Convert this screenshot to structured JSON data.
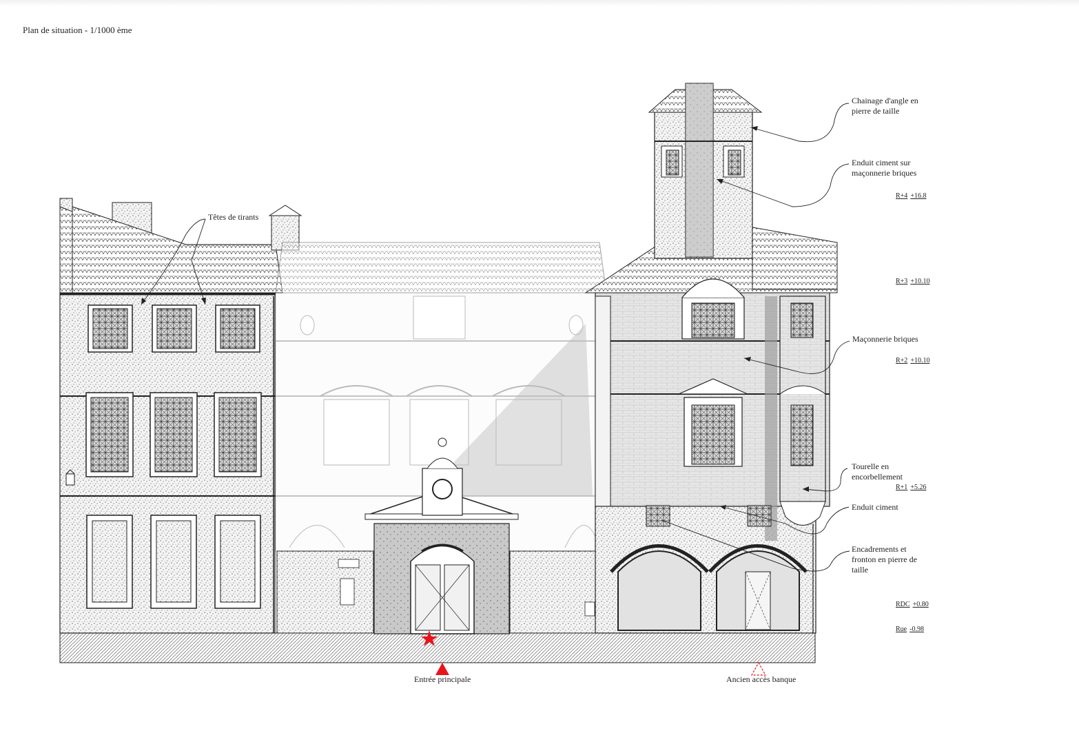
{
  "title": "Plan de situation - 1/1000 ème",
  "annotations": {
    "chainage": "Chainage d'angle en\npierre de taille",
    "enduit_sur_briques": "Enduit ciment sur\nmaçonnerie briques",
    "tetes_tirants": "Têtes de tirants",
    "maconnerie": "Maçonnerie briques",
    "tourelle": "Tourelle en\nencorbellement",
    "enduit_ciment": "Enduit ciment",
    "encadrements": "Encadrements et\nfronton en pierre de\ntaille"
  },
  "levels": [
    {
      "name": "R+4",
      "value": "+16.8"
    },
    {
      "name": "R+3",
      "value": "+10.10"
    },
    {
      "name": "R+2",
      "value": "+10.10"
    },
    {
      "name": "R+1",
      "value": "+5.26"
    },
    {
      "name": "RDC",
      "value": "+0.80"
    },
    {
      "name": "Rue",
      "value": "-0.98"
    }
  ],
  "entrances": {
    "principale": "Entrée principale",
    "banque": "Ancien accès banque"
  },
  "colors": {
    "marker": "#e8141c",
    "line": "#222222"
  }
}
